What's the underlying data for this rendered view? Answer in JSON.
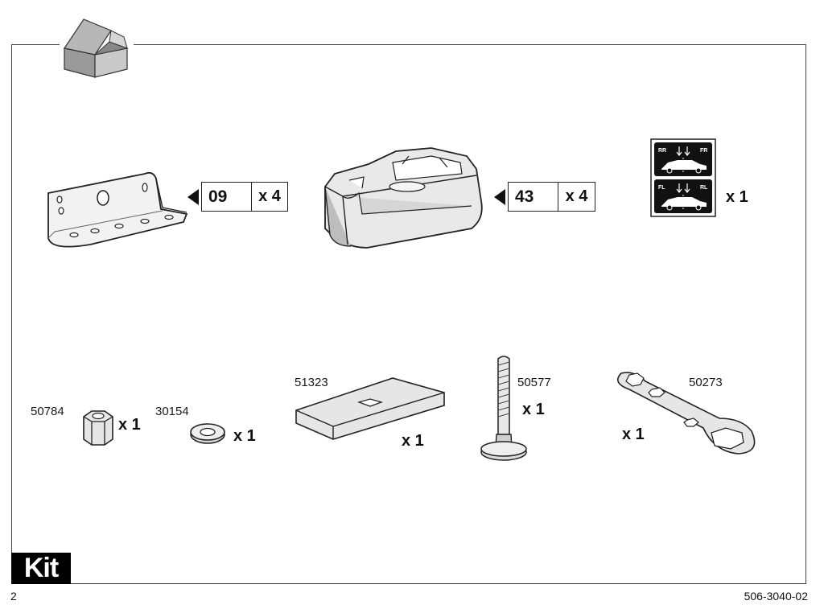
{
  "page": {
    "kit_label": "Kit",
    "page_number": "2",
    "doc_code": "506-3040-02"
  },
  "parts": {
    "bracket": {
      "ref": "09",
      "qty": "x 4"
    },
    "foot": {
      "ref": "43",
      "qty": "x 4"
    },
    "sticker": {
      "qty": "x 1",
      "labels": [
        "RR",
        "FR",
        "FL",
        "RL"
      ]
    },
    "nut": {
      "number": "50784",
      "qty": "x 1"
    },
    "washer": {
      "number": "30154",
      "qty": "x 1"
    },
    "pad": {
      "number": "51323",
      "qty": "x 1"
    },
    "bolt": {
      "number": "50577",
      "qty": "x 1"
    },
    "wrench": {
      "number": "50273",
      "qty": "x 1"
    }
  }
}
